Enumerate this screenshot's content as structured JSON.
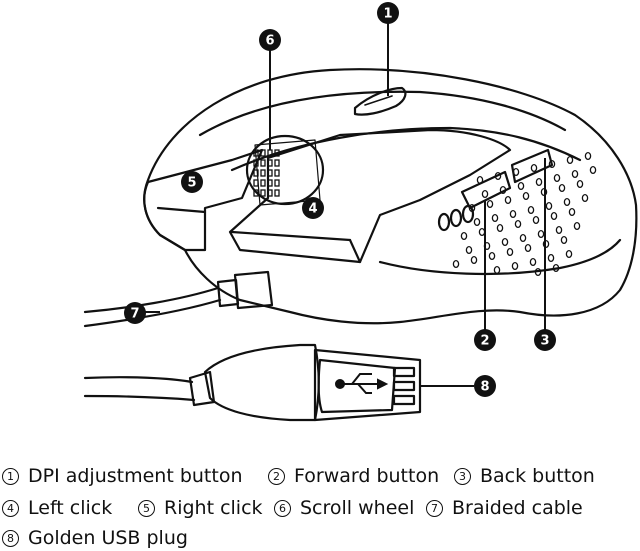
{
  "callouts": [
    {
      "num": "1"
    },
    {
      "num": "2"
    },
    {
      "num": "3"
    },
    {
      "num": "4"
    },
    {
      "num": "5"
    },
    {
      "num": "6"
    },
    {
      "num": "7"
    },
    {
      "num": "8"
    }
  ],
  "legend": [
    {
      "num": "1",
      "label": "DPI adjustment button"
    },
    {
      "num": "2",
      "label": "Forward button"
    },
    {
      "num": "3",
      "label": "Back button"
    },
    {
      "num": "4",
      "label": "Left click"
    },
    {
      "num": "5",
      "label": "Right click"
    },
    {
      "num": "6",
      "label": "Scroll wheel"
    },
    {
      "num": "7",
      "label": "Braided cable"
    },
    {
      "num": "8",
      "label": "Golden USB plug"
    }
  ]
}
